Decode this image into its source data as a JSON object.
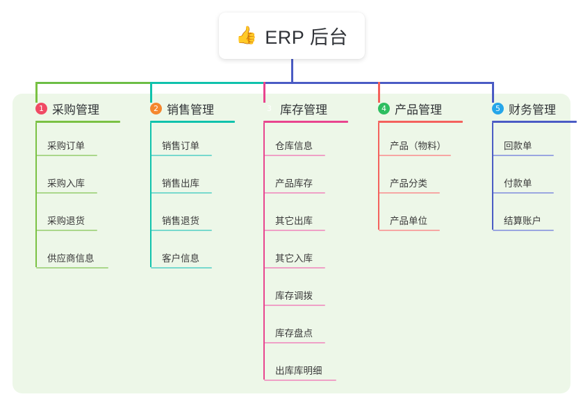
{
  "root": {
    "emoji": "👍",
    "emoji_name": "thumbs-up-icon",
    "title": "ERP 后台"
  },
  "colors": {
    "panel_bg": "#edf7e8",
    "root_stem": "#4a5bc4",
    "rail_left": "#6cbe45",
    "rail_mid": "#0fc2ac",
    "rail_right": "#4a5bc4"
  },
  "columns": [
    {
      "number": "1",
      "title": "采购管理",
      "badge_color": "#f04a64",
      "line_color": "#7ac143",
      "line_color_light": "#aad78a",
      "items": [
        "采购订单",
        "采购入库",
        "采购退货",
        "供应商信息"
      ]
    },
    {
      "number": "2",
      "title": "销售管理",
      "badge_color": "#f5872e",
      "line_color": "#0fc2ac",
      "line_color_light": "#77d9cd",
      "items": [
        "销售订单",
        "销售出库",
        "销售退货",
        "客户信息"
      ]
    },
    {
      "number": "3",
      "title": "库存管理",
      "badge_color": "#fbbd913",
      "line_color": "#e8448e",
      "line_color_light": "#efa0c6",
      "items": [
        "仓库信息",
        "产品库存",
        "其它出库",
        "其它入库",
        "库存调拨",
        "库存盘点",
        "出库库明细"
      ]
    },
    {
      "number": "4",
      "title": "产品管理",
      "badge_color": "#2dbe60",
      "line_color": "#f4615c",
      "line_color_light": "#f7a6a3",
      "items": [
        "产品（物料）",
        "产品分类",
        "产品单位"
      ]
    },
    {
      "number": "5",
      "title": "财务管理",
      "badge_color": "#25a6e9",
      "line_color": "#4a5bc4",
      "line_color_light": "#9aa6e0",
      "items": [
        "回款单",
        "付款单",
        "结算账户"
      ]
    }
  ]
}
